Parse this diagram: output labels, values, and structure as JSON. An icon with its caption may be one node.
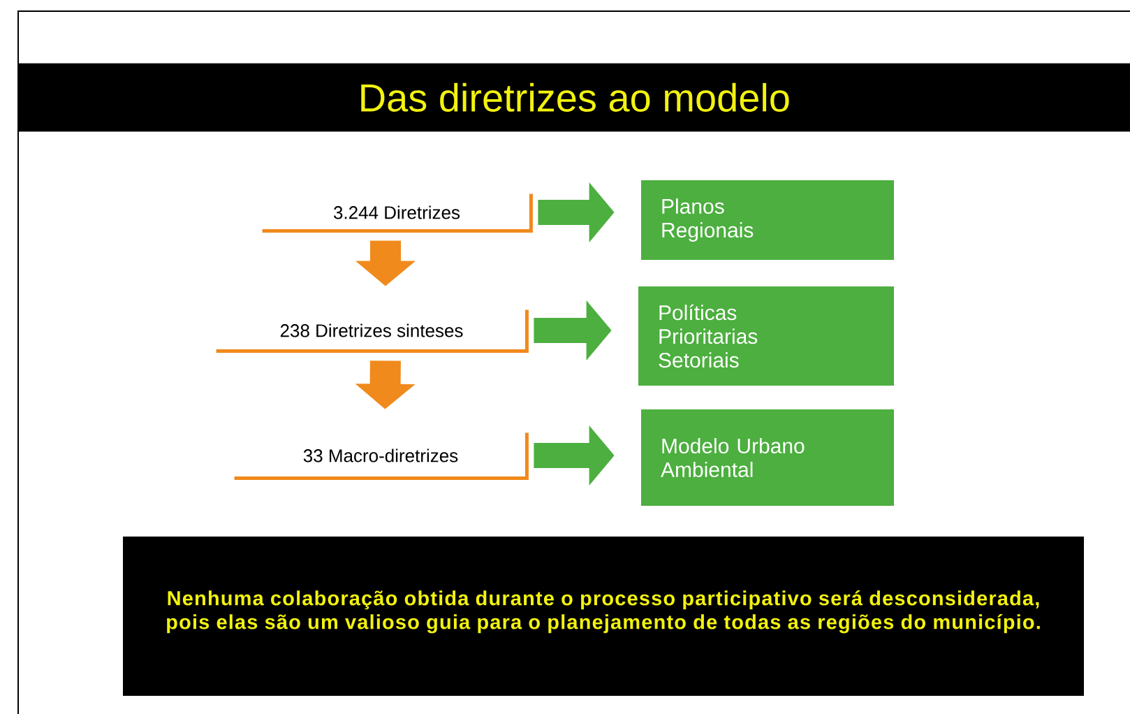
{
  "diagram": {
    "title": "Das diretrizes ao modelo",
    "nodes": [
      {
        "text": [
          "3.244 Diretrizes"
        ]
      },
      {
        "text": [
          "Planos Regionais"
        ]
      },
      {
        "text": [
          "238 Diretrizes sinteses"
        ]
      },
      {
        "text": [
          "Políticas Prioritarias Setoriais"
        ]
      },
      {
        "text": [
          "33 Macro-diretrizes"
        ]
      },
      {
        "text": [
          "Modelo Urbano Ambiental"
        ]
      },
      {
        "text": [
          "Nenhuma colaboração obtida durante o processo participativo será desconsiderada, pois elas são um valioso guia para o planejamento de todas as regiões do município."
        ]
      }
    ],
    "edges": [
      {
        "from": 0,
        "to": 1,
        "arrow": "to",
        "color": "#4caf3f"
      },
      {
        "from": 0,
        "to": 2,
        "arrow": "to",
        "color": "#f08a1c"
      },
      {
        "from": 2,
        "to": 3,
        "arrow": "to",
        "color": "#4caf3f"
      },
      {
        "from": 2,
        "to": 4,
        "arrow": "to",
        "color": "#f08a1c"
      },
      {
        "from": 4,
        "to": 5,
        "arrow": "to",
        "color": "#4caf3f"
      }
    ]
  }
}
